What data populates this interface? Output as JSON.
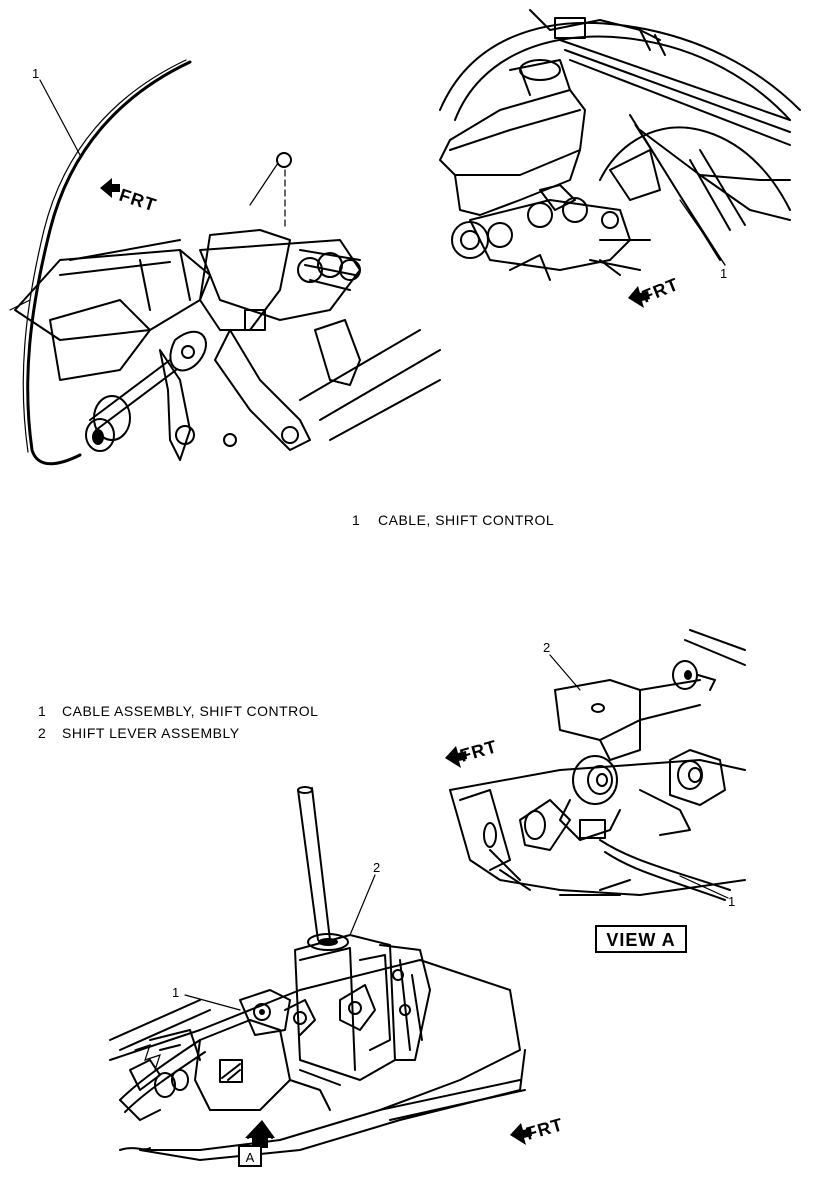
{
  "diagram1": {
    "callouts": [
      "1",
      "1"
    ],
    "frt_labels": [
      "FRT",
      "FRT"
    ],
    "legend": [
      {
        "num": "1",
        "text": "CABLE, SHIFT CONTROL"
      }
    ]
  },
  "diagram2": {
    "legend": [
      {
        "num": "1",
        "text": "CABLE ASSEMBLY, SHIFT CONTROL"
      },
      {
        "num": "2",
        "text": "SHIFT LEVER ASSEMBLY"
      }
    ],
    "callouts": [
      "2",
      "1",
      "2",
      "1"
    ],
    "frt_labels": [
      "FRT",
      "FRT"
    ],
    "view_label": "VIEW A",
    "view_marker": "A"
  }
}
